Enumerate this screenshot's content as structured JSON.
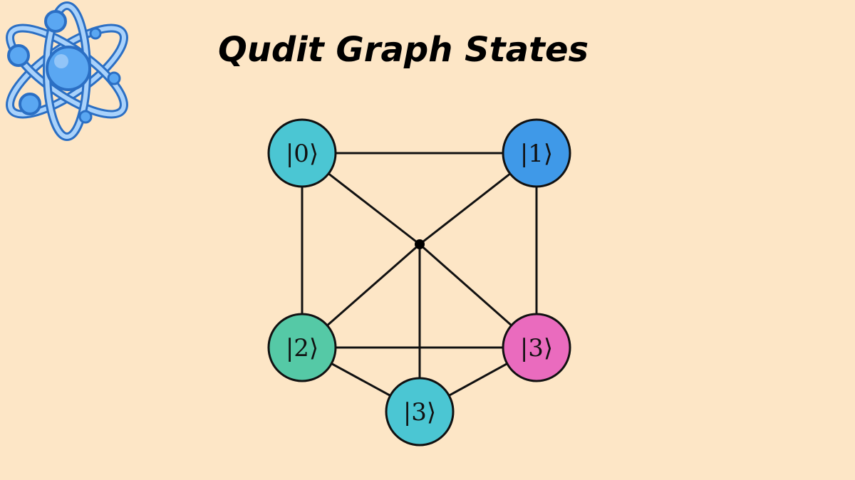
{
  "title": "Qudit Graph States",
  "logo": {
    "icon": "atom-icon",
    "color_main": "#5aa7f2",
    "color_dark": "#2b6fc4",
    "color_light": "#a9d2fb"
  },
  "graph": {
    "nodes": [
      {
        "id": "n0",
        "label": "|0⟩",
        "color": "#4bc6d3"
      },
      {
        "id": "n1",
        "label": "|1⟩",
        "color": "#3f99e8"
      },
      {
        "id": "n2",
        "label": "|2⟩",
        "color": "#55c9a6"
      },
      {
        "id": "n3",
        "label": "|3⟩",
        "color": "#ea6bbe"
      },
      {
        "id": "n4",
        "label": "|3⟩",
        "color": "#4bc6d3"
      }
    ],
    "hub": {
      "id": "hub"
    },
    "edges": [
      [
        "n0",
        "n1"
      ],
      [
        "n0",
        "n2"
      ],
      [
        "n1",
        "n3"
      ],
      [
        "n2",
        "n3"
      ],
      [
        "n2",
        "n4"
      ],
      [
        "n3",
        "n4"
      ],
      [
        "n0",
        "hub"
      ],
      [
        "n1",
        "hub"
      ],
      [
        "n2",
        "hub"
      ],
      [
        "n3",
        "hub"
      ],
      [
        "n4",
        "hub"
      ]
    ]
  }
}
